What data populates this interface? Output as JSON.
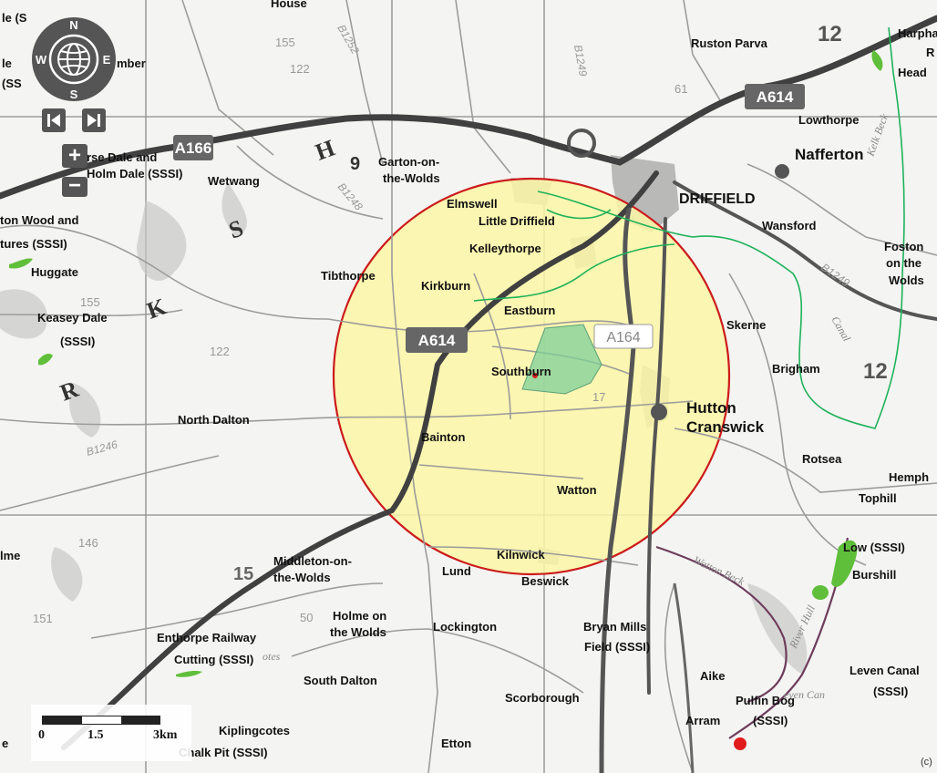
{
  "map": {
    "places": [
      {
        "name": "Ruston Parva"
      },
      {
        "name": "Harpham"
      },
      {
        "name": "Lowthorpe"
      },
      {
        "name": "Nafferton"
      },
      {
        "name": "DRIFFIELD"
      },
      {
        "name": "Wansford"
      },
      {
        "name": "Foston"
      },
      {
        "name": "on the"
      },
      {
        "name": "Wolds"
      },
      {
        "name": "Garton-on-"
      },
      {
        "name": "the-Wolds"
      },
      {
        "name": "Wetwang"
      },
      {
        "name": "Elmswell"
      },
      {
        "name": "Little Driffield"
      },
      {
        "name": "Kelleythorpe"
      },
      {
        "name": "Tibthorpe"
      },
      {
        "name": "Kirkburn"
      },
      {
        "name": "Eastburn"
      },
      {
        "name": "Skerne"
      },
      {
        "name": "Southburn"
      },
      {
        "name": "Brigham"
      },
      {
        "name": "Hutton"
      },
      {
        "name": "Cranswick"
      },
      {
        "name": "Huggate"
      },
      {
        "name": "North Dalton"
      },
      {
        "name": "Bainton"
      },
      {
        "name": "Rotsea"
      },
      {
        "name": "Watton"
      },
      {
        "name": "Hemph"
      },
      {
        "name": "Tophill"
      },
      {
        "name": "Low (SSSI)"
      },
      {
        "name": "Middleton-on-"
      },
      {
        "name": "the-Wolds"
      },
      {
        "name": "Kilnwick"
      },
      {
        "name": "Lund"
      },
      {
        "name": "Beswick"
      },
      {
        "name": "Burshill"
      },
      {
        "name": "Holme on"
      },
      {
        "name": "the Wolds"
      },
      {
        "name": "Lockington"
      },
      {
        "name": "Bryan Mills"
      },
      {
        "name": "Field (SSSI)"
      },
      {
        "name": "Enthorpe Railway"
      },
      {
        "name": "Cutting (SSSI)"
      },
      {
        "name": "South Dalton"
      },
      {
        "name": "Aike"
      },
      {
        "name": "Leven Canal"
      },
      {
        "name": "(SSSI)"
      },
      {
        "name": "Scorborough"
      },
      {
        "name": "Arram"
      },
      {
        "name": "Pulfin Bog"
      },
      {
        "name": "(SSSI)"
      },
      {
        "name": "Kiplingcotes"
      },
      {
        "name": "Chalk Pit (SSSI)"
      },
      {
        "name": "Etton"
      },
      {
        "name": "ton Wood and"
      },
      {
        "name": "tures (SSSI)"
      },
      {
        "name": "Keasey Dale"
      },
      {
        "name": "(SSSI)"
      },
      {
        "name": "rse Dale and"
      },
      {
        "name": "Holm Dale (SSSI)"
      },
      {
        "name": "lme"
      },
      {
        "name": "Head"
      }
    ],
    "roads": [
      "A614",
      "A614",
      "A164",
      "A166",
      "B1252",
      "B1249",
      "B1248",
      "B1246",
      "B1249"
    ],
    "spot_heights": [
      "155",
      "122",
      "61",
      "155",
      "122",
      "146",
      "151",
      "50",
      "17"
    ],
    "grid_numbers": [
      "12",
      "12",
      "9",
      "15"
    ],
    "letters": [
      "H",
      "S",
      "K",
      "R"
    ],
    "partial_labels": [
      "le (S",
      "le",
      "(SS",
      "mber",
      "House",
      "R",
      "e",
      "otes",
      "Canal",
      "Kelk Beck",
      "River Hull",
      "Watton Beck",
      "even Can"
    ],
    "buffer_color": "#fbf6a6",
    "buffer_border": "#cc1b1b",
    "sssi_color": "#5fbf3a"
  },
  "controls": {
    "compass": {
      "n": "N",
      "e": "E",
      "s": "S",
      "w": "W"
    },
    "zoom_in": "+",
    "zoom_out": "−"
  },
  "scale": {
    "t0": "0",
    "t1": "1.5",
    "t2": "3km"
  },
  "copyright": "(c)"
}
